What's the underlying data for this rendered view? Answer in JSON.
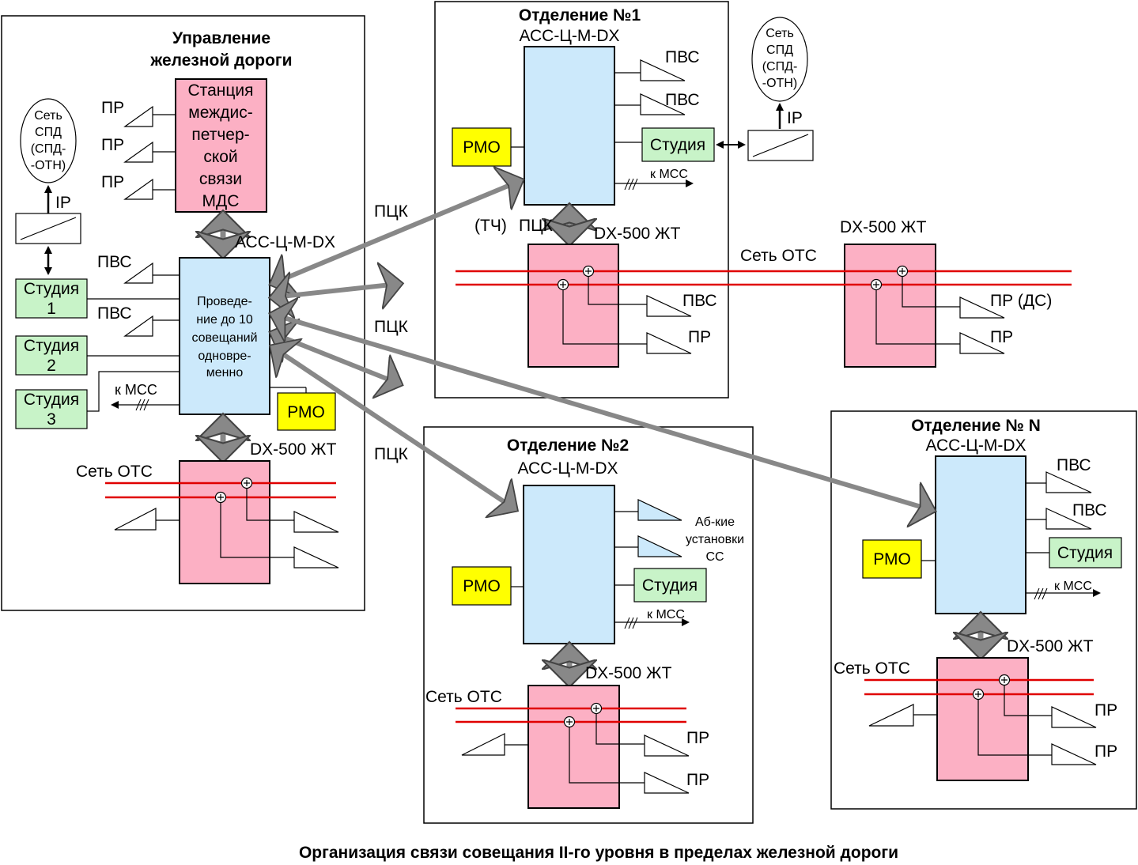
{
  "caption": "Организация связи совещания II-го уровня в пределах железной дороги",
  "hq": {
    "title1": "Управление",
    "title2": "железной дороги",
    "mds": [
      "Станция",
      "междис-",
      "петчер-",
      "ской",
      "связи",
      "МДС"
    ],
    "pr": "ПР",
    "spd": [
      "Сеть",
      "СПД",
      "(СПД-",
      "-ОТН)"
    ],
    "ip": "IP",
    "acc": "АСС-Ц-М-DX",
    "pvs": "ПВС",
    "studio1": [
      "Студия",
      "1"
    ],
    "studio2": [
      "Студия",
      "2"
    ],
    "studio3": [
      "Студия",
      "3"
    ],
    "conf": [
      "Проведе-",
      "ние до 10",
      "совещаний",
      "одновре-",
      "менно"
    ],
    "k_mss": "к МСС",
    "rmo": "РМО",
    "dx": "DX-500 ЖТ",
    "ots": "Сеть ОТС"
  },
  "links": {
    "pck": "ПЦК",
    "tch": "(ТЧ)"
  },
  "div1": {
    "title": "Отделение №1",
    "acc": "АСС-Ц-М-DX",
    "pvs": "ПВС",
    "rmo": "РМО",
    "studio": "Студия",
    "k_mss": "к МСС",
    "dx": "DX-500 ЖТ",
    "ots": "Сеть ОТС",
    "pr": "ПР",
    "pr_ds": "ПР (ДС)",
    "spd": [
      "Сеть",
      "СПД",
      "(СПД-",
      "-ОТН)"
    ],
    "ip": "IP",
    "dx2": "DX-500 ЖТ"
  },
  "div2": {
    "title": "Отделение №2",
    "acc": "АСС-Ц-М-DX",
    "abk": [
      "Аб-кие",
      "установки",
      "СС"
    ],
    "rmo": "РМО",
    "studio": "Студия",
    "k_mss": "к МСС",
    "dx": "DX-500 ЖТ",
    "ots": "Сеть ОТС",
    "pr": "ПР"
  },
  "divN": {
    "title": "Отделение № N",
    "acc": "АСС-Ц-М-DX",
    "pvs": "ПВС",
    "rmo": "РМО",
    "studio": "Студия",
    "k_mss": "к МСС",
    "dx": "DX-500 ЖТ",
    "ots": "Сеть ОТС",
    "pr": "ПР"
  },
  "colors": {
    "blue": "#cce9fb",
    "pink": "#fcb0c4",
    "green": "#c8f3c8",
    "yellow": "#ffff00",
    "red": "#e00000",
    "arrow_gray": "#888888"
  }
}
